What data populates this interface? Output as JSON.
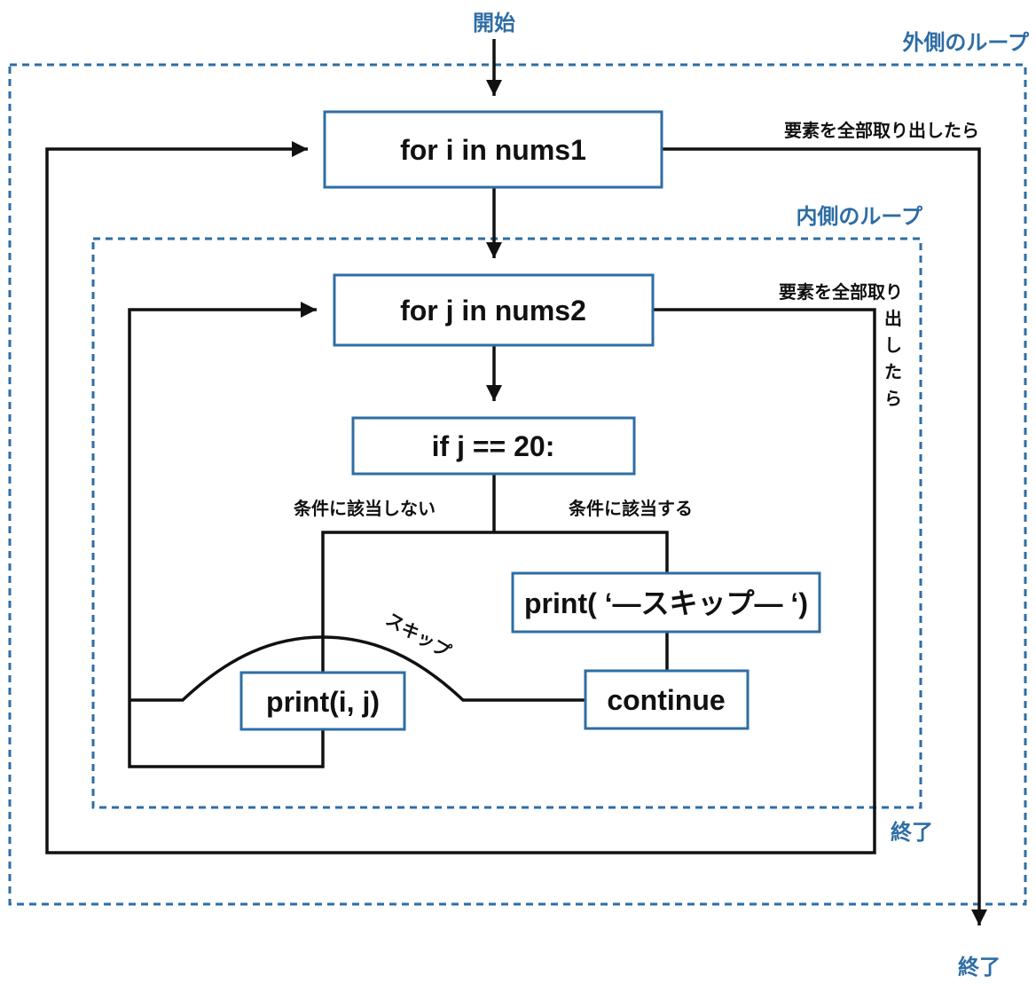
{
  "colors": {
    "accent": "#2e6da4",
    "line": "#111111"
  },
  "labels": {
    "start": "開始",
    "outer_loop": "外側のループ",
    "inner_loop": "内側のループ",
    "outer_exit": "要素を全部取り出したら",
    "inner_exit_line1": "要素を全部取り",
    "inner_exit_v1": "出",
    "inner_exit_v2": "し",
    "inner_exit_v3": "た",
    "inner_exit_v4": "ら",
    "cond_false": "条件に該当しない",
    "cond_true": "条件に該当する",
    "skip": "スキップ",
    "end_inner": "終了",
    "end_outer": "終了"
  },
  "boxes": {
    "for_i": "for i in nums1",
    "for_j": "for j in nums2",
    "if_j": "if j == 20:",
    "print_skip": "print( ‘—スキップ— ‘)",
    "print_ij": "print(i, j)",
    "continue": "continue"
  }
}
